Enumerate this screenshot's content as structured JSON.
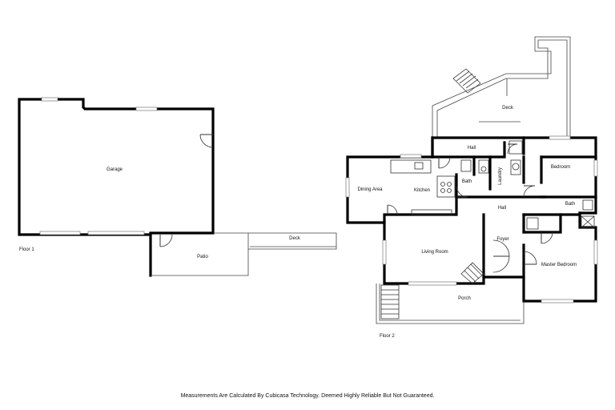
{
  "floors": [
    {
      "label": "Floor 1",
      "rooms": [
        {
          "key": "garage",
          "label": "Garage"
        },
        {
          "key": "patio",
          "label": "Patio"
        },
        {
          "key": "deck",
          "label": "Deck"
        }
      ]
    },
    {
      "label": "Floor 2",
      "rooms": [
        {
          "key": "deck",
          "label": "Deck"
        },
        {
          "key": "hall_upper",
          "label": "Hall"
        },
        {
          "key": "bedroom",
          "label": "Bedroom"
        },
        {
          "key": "dining_area",
          "label": "Dining Area"
        },
        {
          "key": "kitchen",
          "label": "Kitchen"
        },
        {
          "key": "bath_small",
          "label": "Bath"
        },
        {
          "key": "laundry",
          "label": "Laundry"
        },
        {
          "key": "hall_lower",
          "label": "Hall"
        },
        {
          "key": "bath_master",
          "label": "Bath"
        },
        {
          "key": "foyer",
          "label": "Foyer"
        },
        {
          "key": "living_room",
          "label": "Living Room"
        },
        {
          "key": "master_bedroom",
          "label": "Master Bedroom"
        },
        {
          "key": "porch",
          "label": "Porch"
        }
      ]
    }
  ],
  "disclaimer": "Measurements Are Calculated By Cubicasa Technology. Deemed Highly Reliable But Not Guaranteed."
}
